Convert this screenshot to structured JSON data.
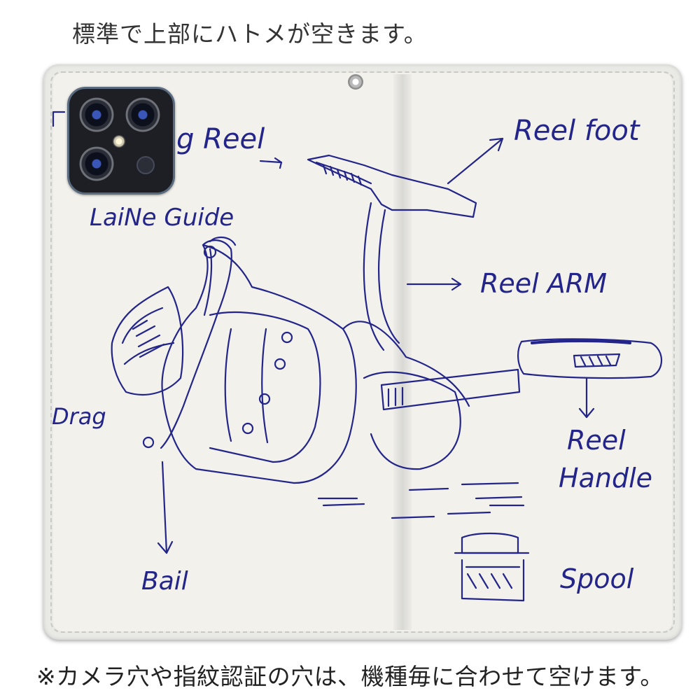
{
  "captions": {
    "top": "標準で上部にハトメが空きます。",
    "bottom": "※カメラ穴や指紋認証の穴は、機種毎に合わせて空けます。"
  },
  "sketch_labels": {
    "title_fragment": "g Reel",
    "line_guide": "LaiNe Guide",
    "reel_foot": "Reel foot",
    "reel_arm": "Reel ARM",
    "drag": "Drag",
    "reel_handle_1": "Reel",
    "reel_handle_2": "Handle",
    "bail": "Bail",
    "spool": "Spool"
  },
  "colors": {
    "ink": "#23258a",
    "case": "#f2f1ec",
    "camera_frame": "#5a6b80"
  },
  "icons": {
    "camera": "camera-cutout-icon",
    "grommet": "grommet-icon"
  }
}
